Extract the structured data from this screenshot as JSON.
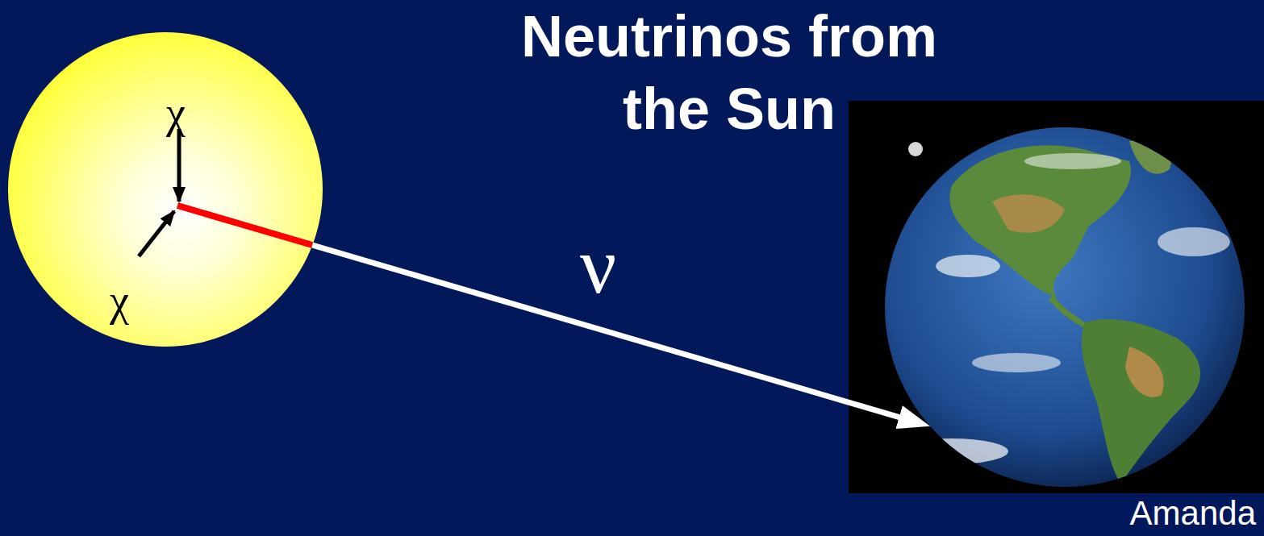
{
  "diagram": {
    "title": "Neutrinos from the Sun",
    "nodes": [
      {
        "text": [
          "χ",
          "χ"
        ]
      },
      {
        "text": [
          "Amanda"
        ]
      }
    ],
    "edges": [
      {
        "from": 0,
        "to": 1,
        "label": "ν",
        "arrow": "to"
      }
    ]
  }
}
